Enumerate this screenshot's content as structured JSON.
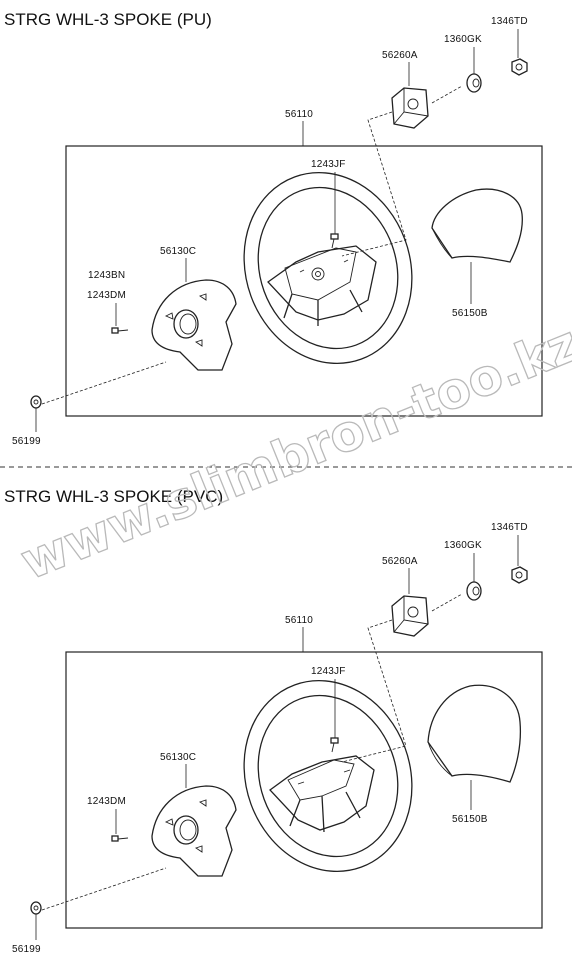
{
  "corner_mark": "",
  "watermark": "www.slimbron-too.kz",
  "sections": [
    {
      "title": "STRG WHL-3 SPOKE (PU)",
      "labels": {
        "p1346TD": "1346TD",
        "p1360GK": "1360GK",
        "p56260A": "56260A",
        "p56110": "56110",
        "p1243JF": "1243JF",
        "p56130C": "56130C",
        "p1243BN": "1243BN",
        "p1243DM": "1243DM",
        "p56150B": "56150B",
        "p56199": "56199"
      }
    },
    {
      "title": "STRG WHL-3 SPOKE (PVC)",
      "labels": {
        "p1346TD": "1346TD",
        "p1360GK": "1360GK",
        "p56260A": "56260A",
        "p56110": "56110",
        "p1243JF": "1243JF",
        "p56130C": "56130C",
        "p1243DM": "1243DM",
        "p56150B": "56150B",
        "p56199": "56199"
      }
    }
  ]
}
